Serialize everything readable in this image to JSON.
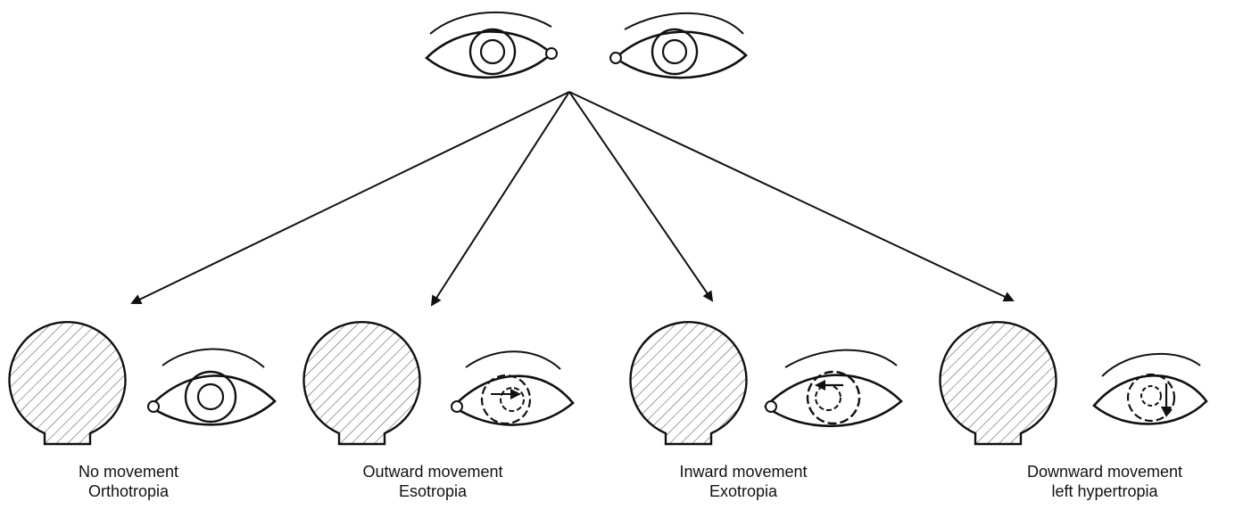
{
  "colors": {
    "ink": "#111111",
    "hatch": "#555555",
    "background": "#ffffff"
  },
  "icons": {
    "top_eyes": [
      "right-eye-icon",
      "left-eye-icon"
    ],
    "occluder": "occluder-card-icon",
    "arrow": "arrow-icon"
  },
  "panels": [
    {
      "id": "none",
      "line1": "No movement",
      "line2": "Orthotropia",
      "movement": "none"
    },
    {
      "id": "outward",
      "line1": "Outward movement",
      "line2": "Esotropia",
      "movement": "outward"
    },
    {
      "id": "inward",
      "line1": "Inward movement",
      "line2": "Exotropia",
      "movement": "inward"
    },
    {
      "id": "downward",
      "line1": "Downward movement",
      "line2": "left hypertropia",
      "movement": "downward"
    }
  ]
}
